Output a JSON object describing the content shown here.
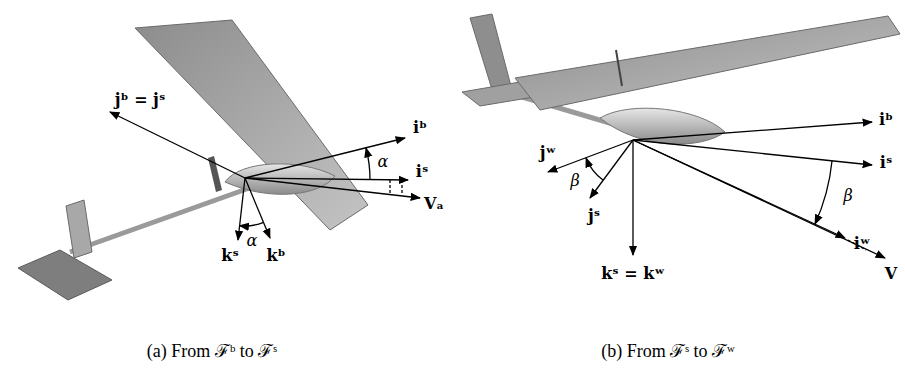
{
  "diagram": {
    "labels": [
      "jᵇ = jˢ",
      "iᵇ",
      "α",
      "iˢ",
      "Vₐ",
      "kˢ",
      "α",
      "kᵇ",
      "(a) From ℱᵇ to ℱˢ",
      "iᵇ",
      "iˢ",
      "β",
      "jʷ",
      "β",
      "jˢ",
      "kˢ = kʷ",
      "iʷ",
      "V",
      "(b) From ℱˢ to ℱʷ"
    ]
  }
}
